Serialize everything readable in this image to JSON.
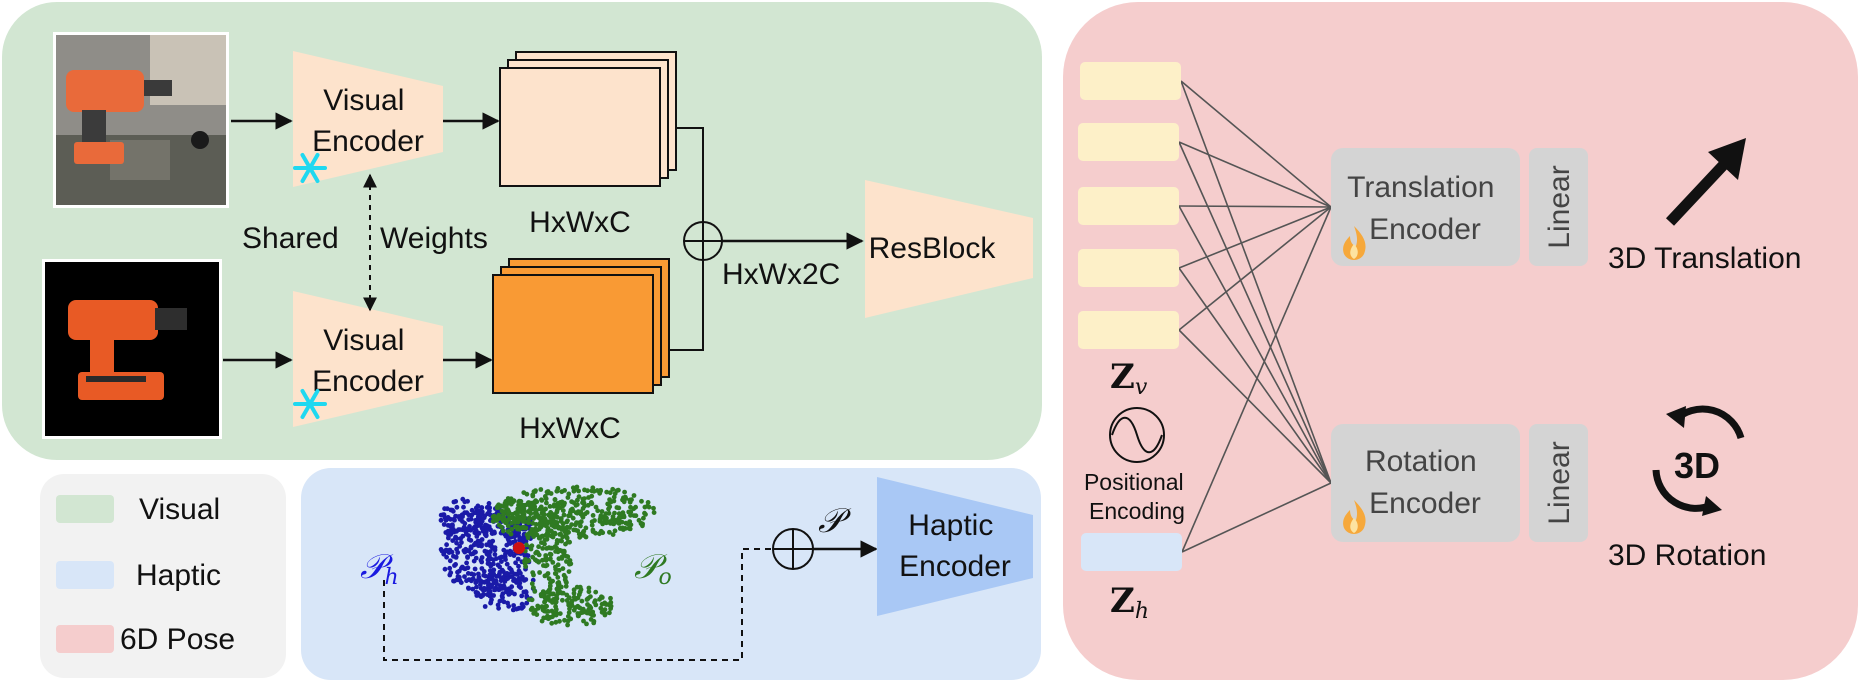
{
  "visual_branch": {
    "encoder_top": [
      "Visual",
      "Encoder"
    ],
    "encoder_bottom": [
      "Visual",
      "Encoder"
    ],
    "shared_label": "Shared",
    "weights_label": "Weights",
    "feature_top_label": "HxWxC",
    "feature_bottom_label": "HxWxC",
    "concat_label": "HxWx2C",
    "resblock_label": "ResBlock"
  },
  "legend": {
    "items": [
      {
        "label": "Visual",
        "color": "#d2e6d2"
      },
      {
        "label": "Haptic",
        "color": "#d8e6f8"
      },
      {
        "label": "6D Pose",
        "color": "#f5cdcd"
      }
    ]
  },
  "haptic_branch": {
    "hand_points_label": "𝒫",
    "hand_points_sub": "h",
    "object_points_label": "𝒫",
    "object_points_sub": "o",
    "merged_points_label": "𝒫",
    "encoder": [
      "Haptic",
      "Encoder"
    ]
  },
  "pose_head": {
    "zv_label": "Z",
    "zv_sub": "v",
    "zh_label": "Z",
    "zh_sub": "h",
    "positional_encoding": [
      "Positional",
      "Encoding"
    ],
    "translation_encoder": [
      "Translation",
      "Encoder"
    ],
    "rotation_encoder": [
      "Rotation",
      "Encoder"
    ],
    "linear_top": "Linear",
    "linear_bottom": "Linear",
    "translation_output": "3D Translation",
    "rotation_icon_text": "3D",
    "rotation_output": "3D Rotation"
  },
  "colors": {
    "visual_bg": "#d2e6d2",
    "haptic_bg": "#d8e6f8",
    "pose_bg": "#f5cdcd",
    "legend_bg": "#f2f2f2",
    "encoder_fill": "#fde3cc",
    "feature_light": "#fde3cc",
    "feature_dark": "#f99a34",
    "haptic_encoder": "#a9c8f5",
    "token_visual": "#fdf0c8",
    "token_haptic": "#d8e6f8",
    "pose_encoder": "#d4d4d4",
    "snowflake": "#1fd8f0",
    "hand_points": "#1a1aa8",
    "object_points": "#2f7a22"
  }
}
